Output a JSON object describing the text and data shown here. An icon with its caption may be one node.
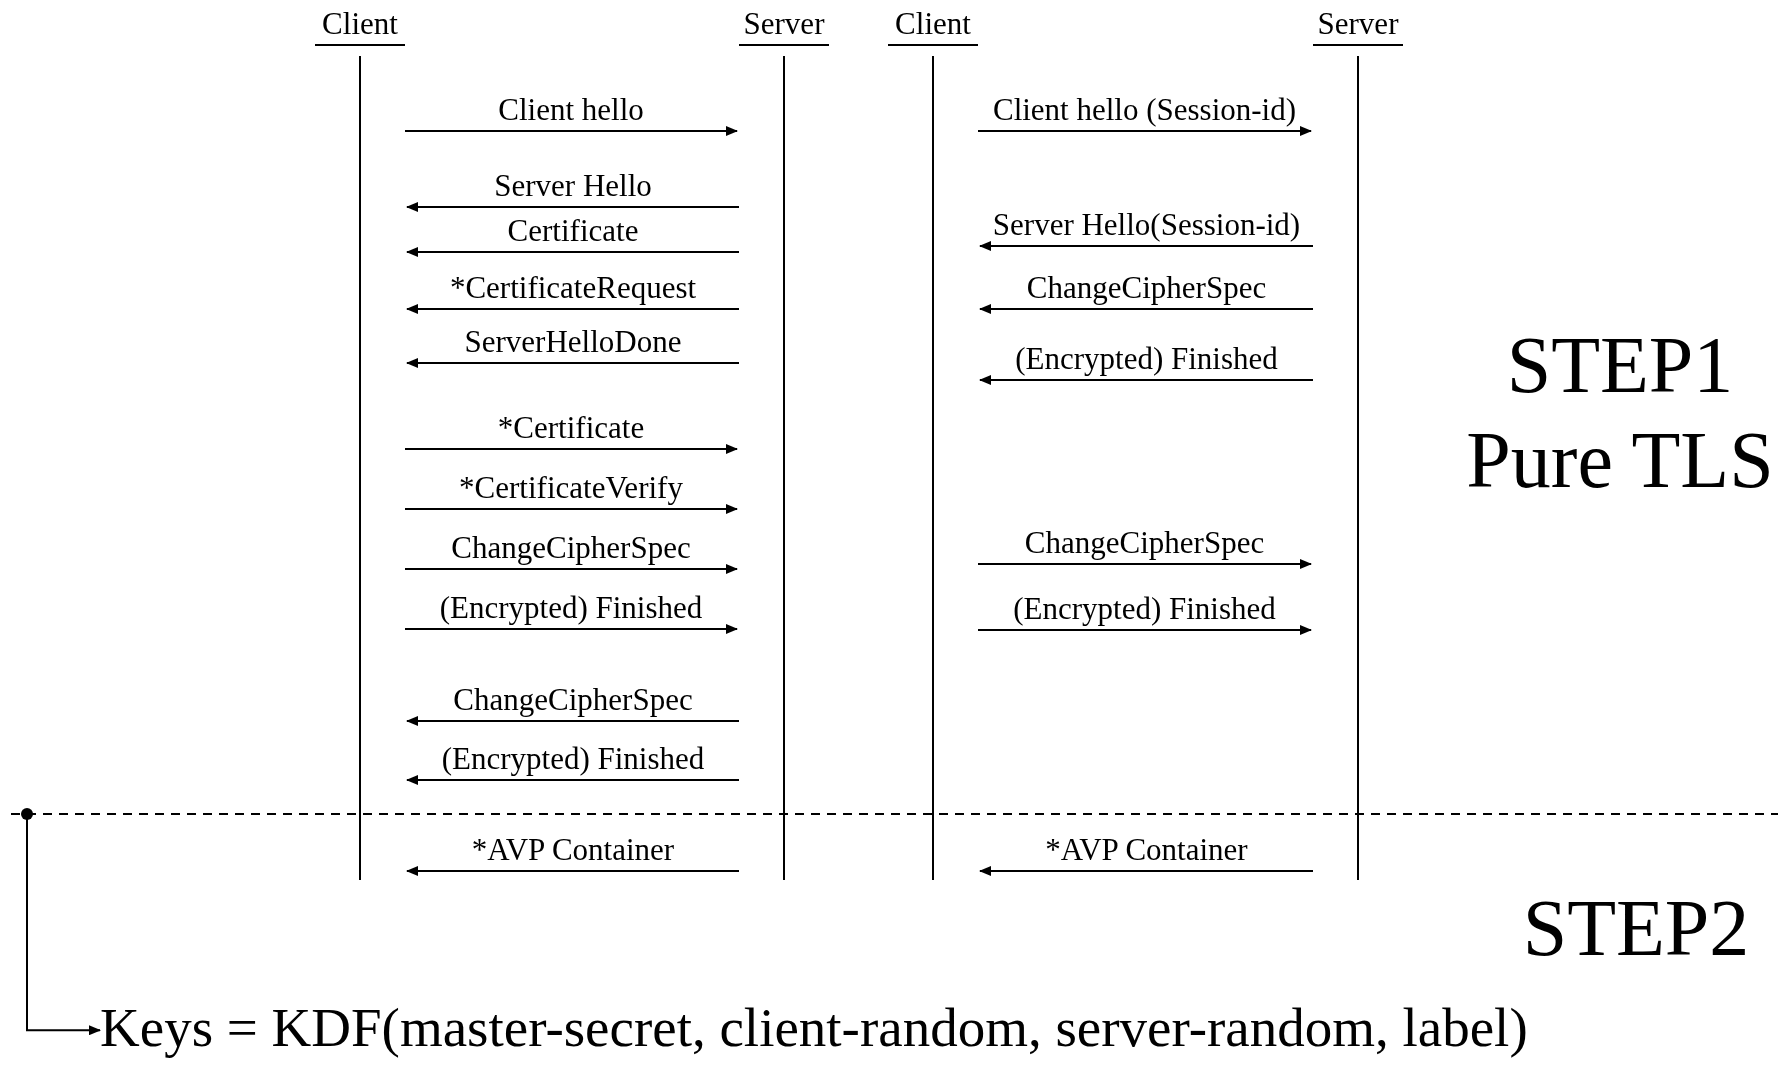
{
  "diagram": {
    "nodes": [
      {
        "text": [
          "Client"
        ]
      },
      {
        "text": [
          "Server"
        ]
      },
      {
        "text": [
          "Client"
        ]
      },
      {
        "text": [
          "Server"
        ]
      },
      {
        "text": [
          "Keys = KDF(master-secret, client-random, server-random, label)"
        ]
      }
    ],
    "edges": [
      {
        "from": 0,
        "to": 1,
        "arrow": "to",
        "label": "Client hello"
      },
      {
        "from": 1,
        "to": 0,
        "arrow": "to",
        "label": "Server Hello"
      },
      {
        "from": 1,
        "to": 0,
        "arrow": "to",
        "label": "Certificate"
      },
      {
        "from": 1,
        "to": 0,
        "arrow": "to",
        "label": "*CertificateRequest"
      },
      {
        "from": 1,
        "to": 0,
        "arrow": "to",
        "label": "ServerHelloDone"
      },
      {
        "from": 0,
        "to": 1,
        "arrow": "to",
        "label": "*Certificate"
      },
      {
        "from": 0,
        "to": 1,
        "arrow": "to",
        "label": "*CertificateVerify"
      },
      {
        "from": 0,
        "to": 1,
        "arrow": "to",
        "label": "ChangeCipherSpec"
      },
      {
        "from": 0,
        "to": 1,
        "arrow": "to",
        "label": "(Encrypted) Finished"
      },
      {
        "from": 1,
        "to": 0,
        "arrow": "to",
        "label": "ChangeCipherSpec"
      },
      {
        "from": 1,
        "to": 0,
        "arrow": "to",
        "label": "(Encrypted) Finished"
      },
      {
        "from": 1,
        "to": 0,
        "arrow": "to",
        "label": "*AVP Container"
      },
      {
        "from": 2,
        "to": 3,
        "arrow": "to",
        "label": "Client hello (Session-id)"
      },
      {
        "from": 3,
        "to": 2,
        "arrow": "to",
        "label": "Server Hello(Session-id)"
      },
      {
        "from": 3,
        "to": 2,
        "arrow": "to",
        "label": "ChangeCipherSpec"
      },
      {
        "from": 3,
        "to": 2,
        "arrow": "to",
        "label": "(Encrypted) Finished"
      },
      {
        "from": 2,
        "to": 3,
        "arrow": "to",
        "label": "ChangeCipherSpec"
      },
      {
        "from": 2,
        "to": 3,
        "arrow": "to",
        "label": "(Encrypted) Finished"
      },
      {
        "from": 3,
        "to": 2,
        "arrow": "to",
        "label": "*AVP Container"
      },
      {
        "from": null,
        "to": 4,
        "arrow": "to"
      }
    ],
    "labels": [
      "STEP1",
      "Pure TLS",
      "STEP2"
    ]
  }
}
